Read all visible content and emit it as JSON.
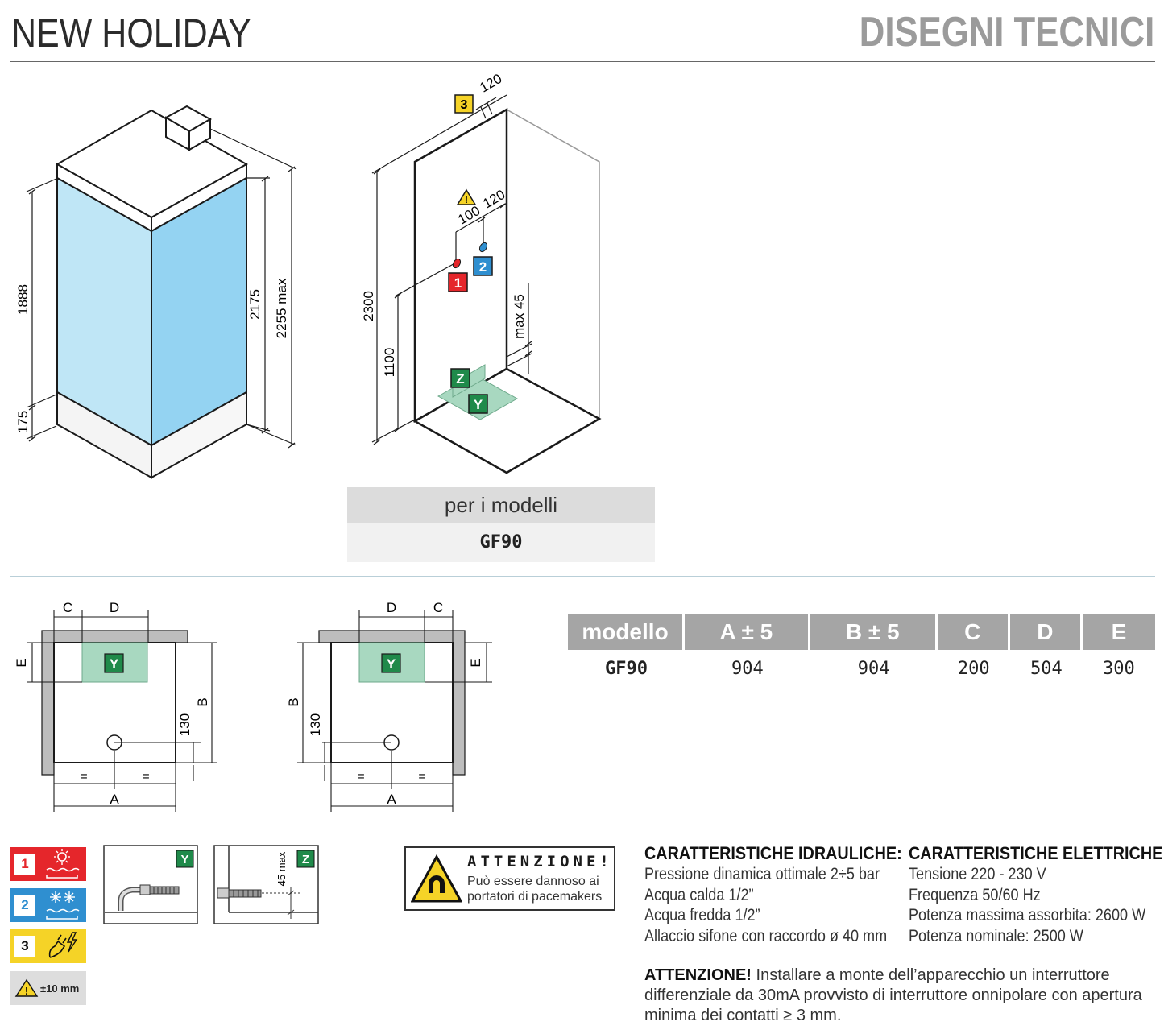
{
  "header": {
    "product": "NEW HOLIDAY",
    "section": "DISEGNI TECNICI"
  },
  "front_view": {
    "dims": [
      "1888",
      "175",
      "2175",
      "2255 max"
    ]
  },
  "interior_view": {
    "dims": [
      "120",
      "120",
      "100",
      "2300",
      "1100",
      "max 45"
    ],
    "markers": [
      "3",
      "1",
      "2",
      "Z",
      "Y"
    ]
  },
  "models_box": {
    "heading": "per i modelli",
    "value": "GF90"
  },
  "plan_left": {
    "labels": [
      "C",
      "D",
      "E",
      "Y",
      "B",
      "130",
      "=",
      "=",
      "A"
    ]
  },
  "plan_right": {
    "labels": [
      "D",
      "C",
      "E",
      "Y",
      "B",
      "130",
      "=",
      "=",
      "A"
    ]
  },
  "dimension_table": {
    "headers": [
      "modello",
      "A ± 5",
      "B ± 5",
      "C",
      "D",
      "E"
    ],
    "rows": [
      [
        "GF90",
        "904",
        "904",
        "200",
        "504",
        "300"
      ]
    ]
  },
  "legend": {
    "items": [
      {
        "number": "1",
        "meaning": "hot-water-icon",
        "color": "#e5262b"
      },
      {
        "number": "2",
        "meaning": "cold-water-icon",
        "color": "#2f8fd0"
      },
      {
        "number": "3",
        "meaning": "electric-icon",
        "color": "#f5d327"
      }
    ],
    "tolerance": "±10 mm"
  },
  "details": {
    "y_tag": "Y",
    "z_tag": "Z",
    "z_dim": "45 max"
  },
  "warning": {
    "title": "ATTENZIONE!",
    "line1": "Può essere dannoso ai",
    "line2": "portatori di pacemakers"
  },
  "hydraulic": {
    "title": "CARATTERISTICHE IDRAULICHE:",
    "lines": [
      "Pressione dinamica ottimale 2÷5 bar",
      "Acqua calda 1/2”",
      "Acqua fredda 1/2”",
      "Allaccio sifone con raccordo ø 40 mm"
    ]
  },
  "electric": {
    "title": "CARATTERISTICHE ELETTRICHE:",
    "lines": [
      "Tensione 220 - 230 V",
      "Frequenza 50/60 Hz",
      "Potenza massima assorbita: 2600 W",
      "Potenza nominale: 2500 W"
    ]
  },
  "note": {
    "lead": "ATTENZIONE!",
    "text": "Installare a monte dell’apparecchio un interruttore differenziale da 30mA provvisto di interruttore onnipolare con apertura minima dei contatti ≥ 3 mm."
  },
  "colors": {
    "glass_front": "#bfe6f6",
    "glass_side": "#94d3f2",
    "marker_red": "#e5262b",
    "marker_blue": "#2f8fd0",
    "marker_yellow": "#f5d327",
    "marker_green": "#1f8a4a",
    "tray_green": "#a8d8c0",
    "table_header": "#a5a5a5"
  }
}
